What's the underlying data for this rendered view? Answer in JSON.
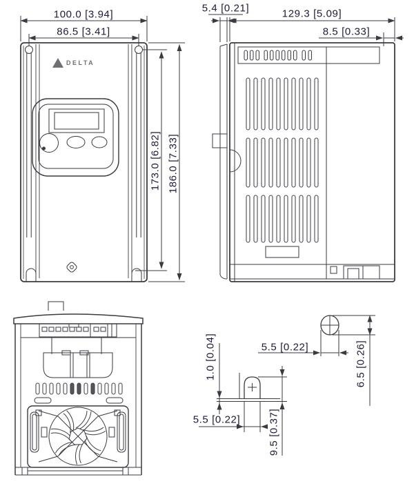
{
  "drawing": {
    "brand": "DELTA",
    "colors": {
      "line": "#3a3a40",
      "text": "#1c1c38",
      "background": "#ffffff"
    },
    "dimensions": {
      "front_width_outer": "100.0 [3.94]",
      "front_width_mounting": "86.5 [3.41]",
      "front_height_mounting": "173.0 [6.82]",
      "front_height_outer": "186.0 [7.33]",
      "side_tab_thickness": "5.4 [0.21]",
      "side_depth": "129.3 [5.09]",
      "side_rear_depth": "8.5 [0.33]",
      "hole_width": "5.5 [0.22]",
      "hole_height": "6.5 [0.26]",
      "slot_lip_thickness": "1.0 [0.04]",
      "slot_width": "5.5 [0.22]",
      "slot_depth": "9.5 [0.37]"
    }
  }
}
